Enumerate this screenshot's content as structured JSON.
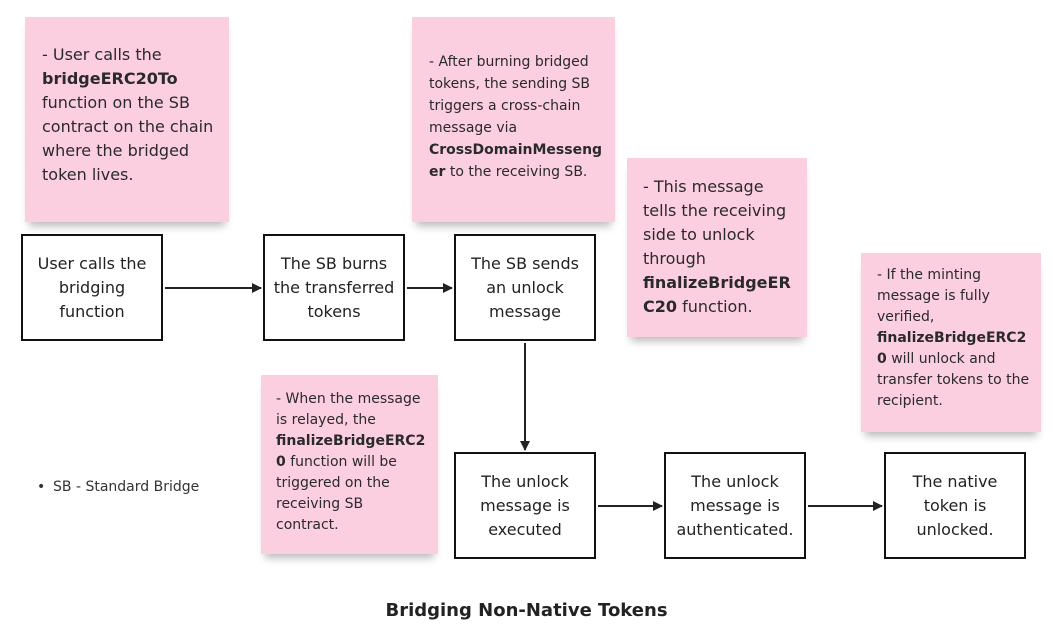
{
  "title": "Bridging Non-Native Tokens",
  "legend": {
    "bullet": "•",
    "text": "SB - Standard Bridge"
  },
  "boxes": {
    "user_calls": "User calls the bridging function",
    "sb_burns": "The SB burns the transferred tokens",
    "sb_sends": "The SB sends an unlock message",
    "message_executed": "The unlock message is executed",
    "message_authenticated": "The unlock message is authenticated.",
    "token_unlocked": "The native token is unlocked."
  },
  "notes": {
    "note1": {
      "pre": "- User calls the ",
      "bold": "bridgeERC20To",
      "post": " function on the SB contract on the chain where the bridged token lives."
    },
    "note2": {
      "pre": "- After burning bridged tokens, the sending SB triggers a cross-chain message via ",
      "bold": "CrossDomainMesseng er",
      "post": " to the receiving SB."
    },
    "note3": {
      "pre": "- This message tells the receiving side to unlock through ",
      "bold": "finalizeBridgeER C20",
      "post": " function."
    },
    "note4": {
      "pre": "- When the message is relayed, the ",
      "bold": "finalizeBridgeERC2 0",
      "post": " function will be triggered on the receiving SB contract."
    },
    "note5": {
      "pre": "- If the minting message is fully verified, ",
      "bold": "finalizeBridgeERC2 0",
      "post": " will unlock and transfer tokens to the recipient."
    }
  }
}
